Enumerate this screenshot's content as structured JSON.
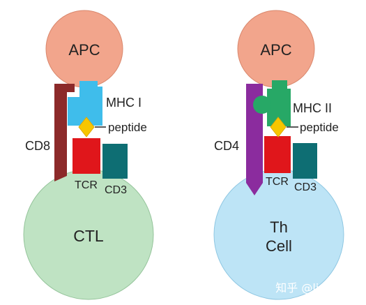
{
  "left_panel": {
    "apc_label": "APC",
    "mhc_label": "MHC I",
    "peptide_label": "peptide",
    "coreceptor_label": "CD8",
    "tcr_label": "TCR",
    "cd3_label": "CD3",
    "cell_label": "CTL"
  },
  "right_panel": {
    "apc_label": "APC",
    "mhc_label": "MHC II",
    "peptide_label": "peptide",
    "coreceptor_label": "CD4",
    "tcr_label": "TCR",
    "cd3_label": "CD3",
    "cell_label_line1": "Th",
    "cell_label_line2": "Cell"
  },
  "watermark": "知乎 @lic4ever",
  "colors": {
    "apc": "#F2A58C",
    "ctl": "#BFE3C3",
    "th_cell": "#BDE4F6",
    "cd8": "#8C2A2A",
    "cd4": "#8B2C9E",
    "mhc1": "#3FBDEB",
    "mhc2": "#27A866",
    "peptide": "#F7C600",
    "tcr": "#E0161B",
    "cd3": "#0E6E73"
  }
}
